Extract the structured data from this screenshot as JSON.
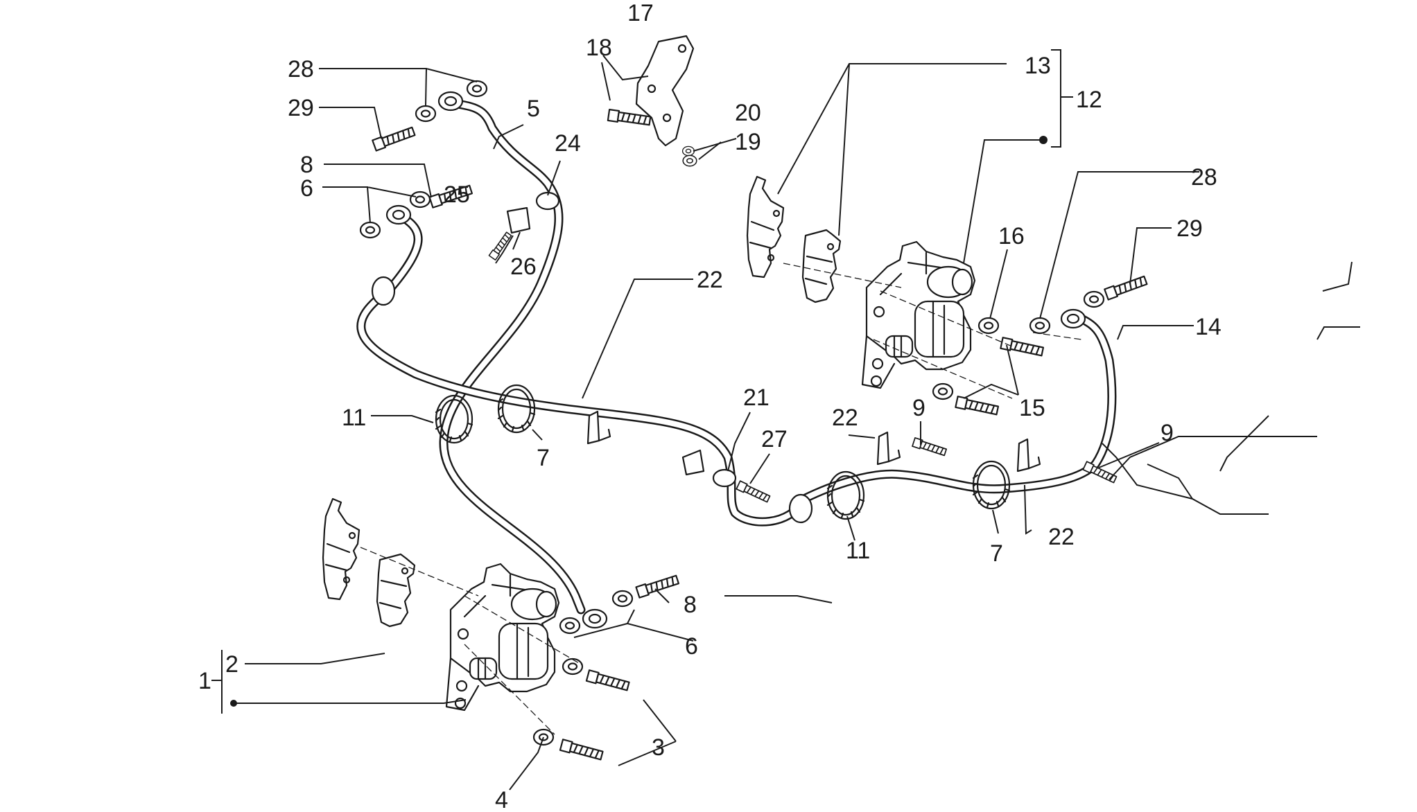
{
  "callouts": {
    "c1": "1",
    "c2": "2",
    "c3": "3",
    "c4": "4",
    "c5": "5",
    "c6a": "6",
    "c6b": "6",
    "c7a": "7",
    "c7b": "7",
    "c8a": "8",
    "c8b": "8",
    "c9a": "9",
    "c9b": "9",
    "c11a": "11",
    "c11b": "11",
    "c12": "12",
    "c13": "13",
    "c14": "14",
    "c15": "15",
    "c16": "16",
    "c17": "17",
    "c18": "18",
    "c19": "19",
    "c20": "20",
    "c21": "21",
    "c22a": "22",
    "c22b": "22",
    "c22c": "22",
    "c24": "24",
    "c25": "25",
    "c26": "26",
    "c27": "27",
    "c28a": "28",
    "c28b": "28",
    "c29a": "29",
    "c29b": "29"
  }
}
